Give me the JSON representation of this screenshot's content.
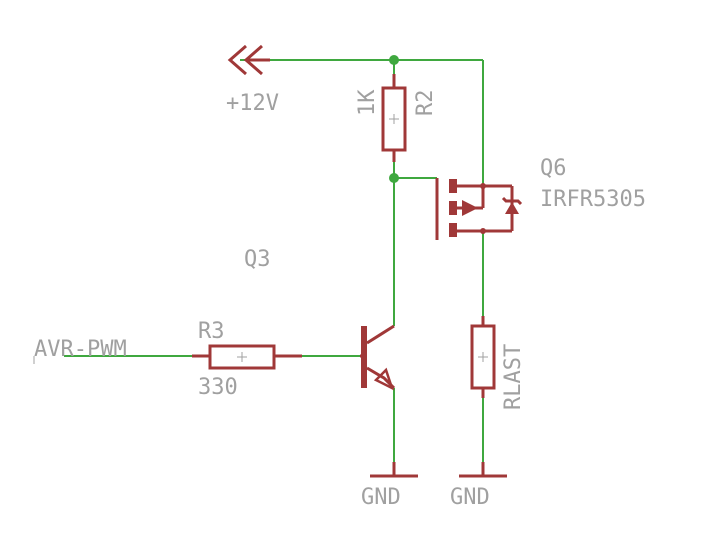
{
  "labels": {
    "supply": "+12V",
    "r2_name": "R2",
    "r2_value": "1K",
    "q6_name": "Q6",
    "q6_value": "IRFR5305",
    "q3_name": "Q3",
    "r3_name": "R3",
    "r3_value": "330",
    "input_net": "AVR-PWM",
    "load_name": "RLAST",
    "gnd_left": "GND",
    "gnd_right": "GND"
  },
  "colors": {
    "wire": "#3fa83f",
    "component": "#a03838",
    "text": "#a0a0a0"
  },
  "symbols": {
    "supply": "supply-arrow-icon",
    "ground": "ground-icon",
    "resistor": "resistor-icon",
    "npn": "npn-transistor-icon",
    "pmos": "p-mosfet-icon"
  }
}
